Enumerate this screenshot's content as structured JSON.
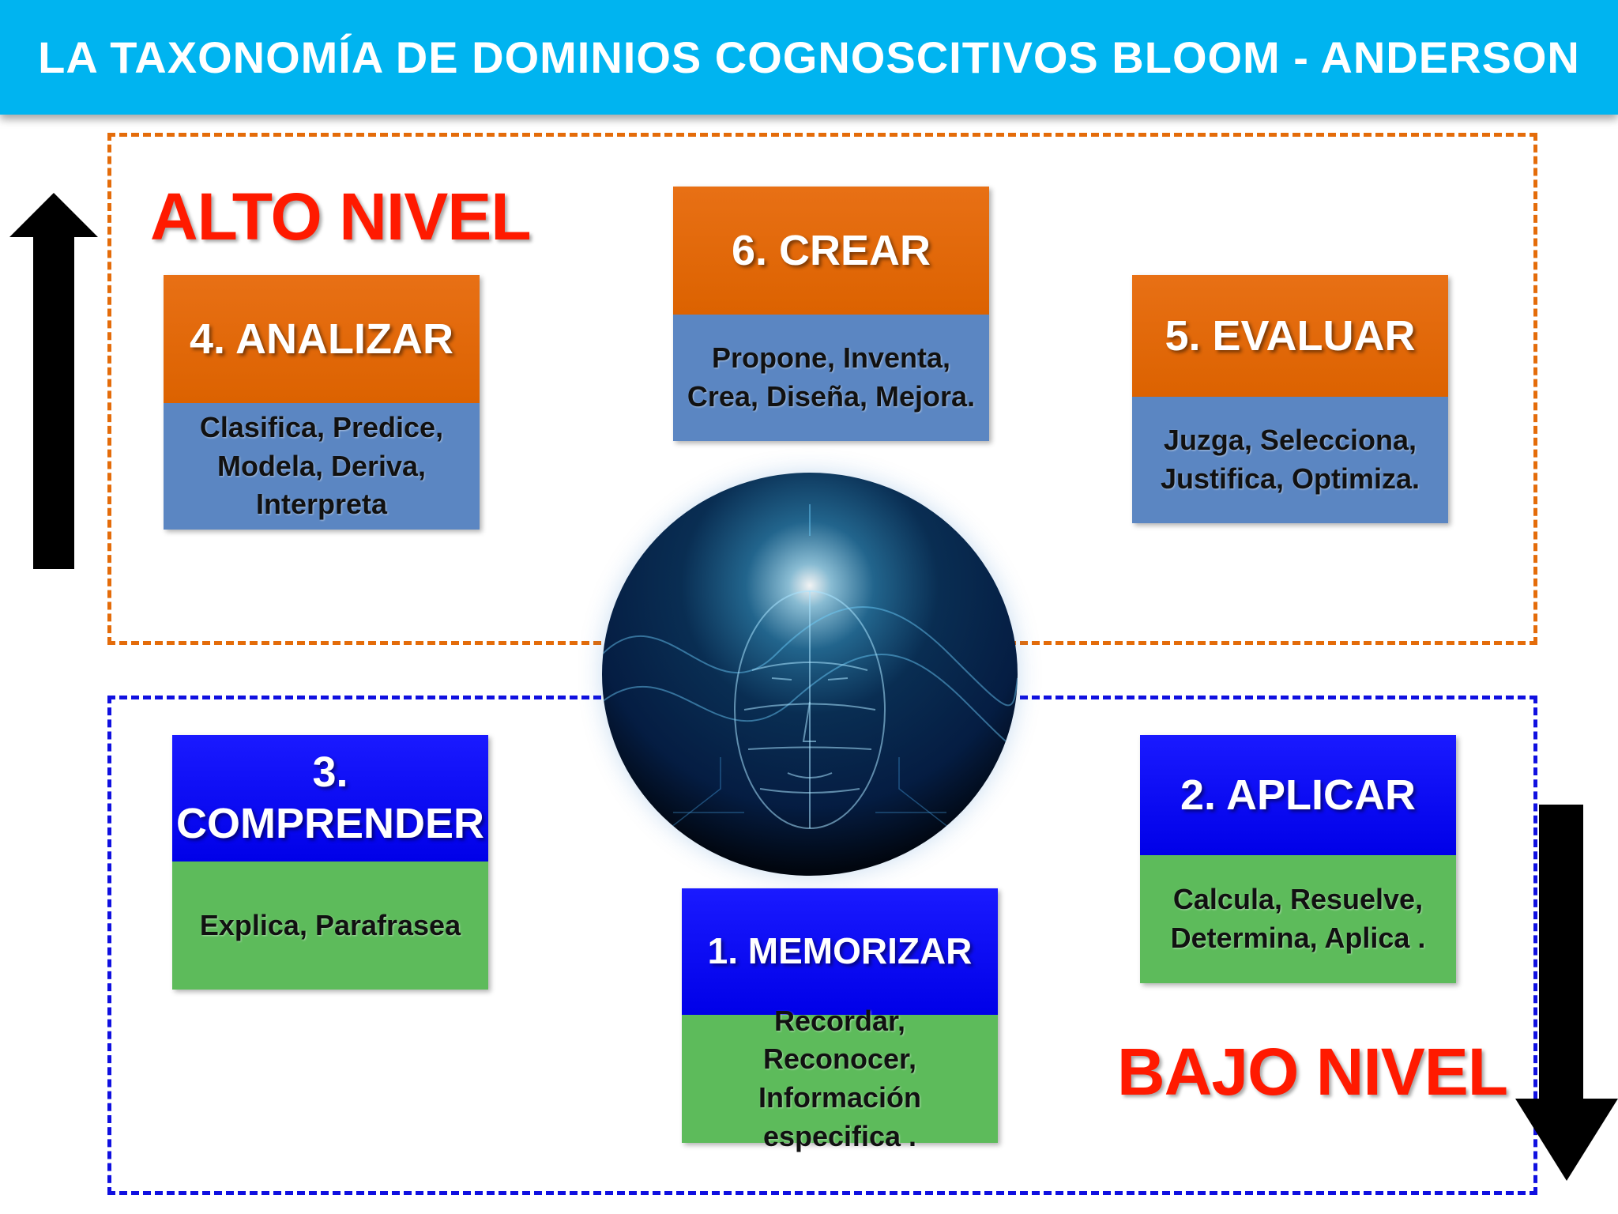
{
  "header": {
    "title": "LA TAXONOMÍA  DE DOMINIOS COGNOSCITIVOS  BLOOM - ANDERSON"
  },
  "levels": {
    "high": "ALTO NIVEL",
    "low": "BAJO NIVEL"
  },
  "colors": {
    "header": "#00b4f0",
    "high_zone_border": "#e46c0a",
    "low_zone_border": "#1010e0",
    "level_label": "#ff1a00",
    "head_orange": "#e46c0a",
    "head_blue": "#0000e8",
    "body_steel": "#5b86c2",
    "body_green": "#5dbb5b"
  },
  "cards": {
    "crear": {
      "title": "6. CREAR",
      "verbs": "Propone, Inventa, Crea, Diseña, Mejora."
    },
    "analizar": {
      "title": "4. ANALIZAR",
      "verbs": "Clasifica, Predice, Modela, Deriva, Interpreta"
    },
    "evaluar": {
      "title": "5. EVALUAR",
      "verbs": "Juzga, Selecciona, Justifica, Optimiza."
    },
    "comprender": {
      "title": "3. COMPRENDER",
      "verbs": "Explica, Parafrasea"
    },
    "aplicar": {
      "title": "2. APLICAR",
      "verbs": "Calcula, Resuelve, Determina, Aplica ."
    },
    "memorizar": {
      "title": "1. MEMORIZAR",
      "verbs": "Recordar, Reconocer, Información especifica ."
    }
  },
  "center_image": "digital-head-icon",
  "arrows": {
    "left": "arrow-up-icon",
    "right": "arrow-down-icon"
  }
}
